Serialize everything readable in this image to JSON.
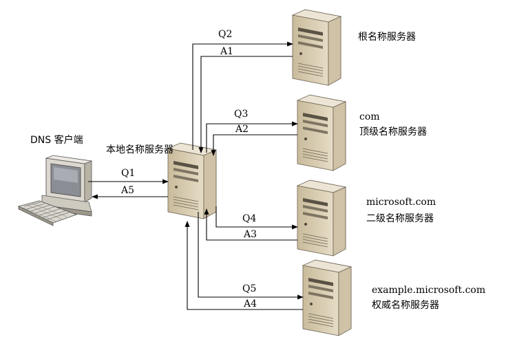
{
  "client": {
    "label": "DNS 客户端"
  },
  "local_server": {
    "label": "本地名称服务器"
  },
  "servers": {
    "root": {
      "label_1": "根名称服务器"
    },
    "top_level": {
      "label_1": "com",
      "label_2": "顶级名称服务器"
    },
    "second_level": {
      "label_1": "microsoft.com",
      "label_2": "二级名称服务器"
    },
    "authoritative": {
      "label_1": "example.microsoft.com",
      "label_2": "权威名称服务器"
    }
  },
  "messages": {
    "q1": "Q1",
    "a5": "A5",
    "q2": "Q2",
    "a1": "A1",
    "q3": "Q3",
    "a2": "A2",
    "q4": "Q4",
    "a3": "A3",
    "q5": "Q5",
    "a4": "A4"
  },
  "colors": {
    "server_front": "#d8ccb2",
    "server_side": "#f0ebe0",
    "server_top": "#e4dccb",
    "outline": "#6b6252"
  },
  "icons": {
    "client": "desktop-computer-icon",
    "server": "tower-server-icon"
  }
}
